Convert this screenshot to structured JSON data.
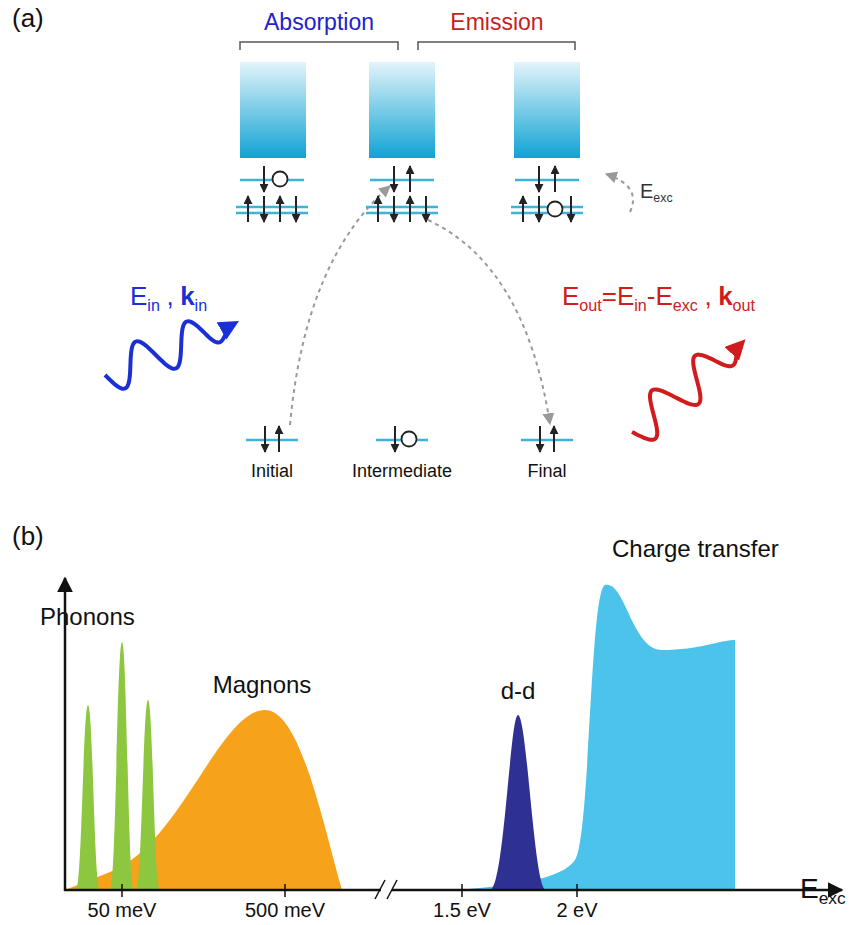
{
  "diagram": {
    "labels": [
      "(a)",
      "Absorption",
      "Emission",
      "E",
      "in",
      ",",
      "k",
      "in",
      "E",
      "out",
      "=E",
      "in",
      "-E",
      "exc",
      ",",
      "k",
      "out",
      "E",
      "exc",
      "Initial",
      "Intermediate",
      "Final",
      "(b)",
      "Phonons",
      "Magnons",
      "d-d",
      "Charge transfer",
      "50 meV",
      "500 meV",
      "1.5 eV",
      "2 eV",
      "E",
      "exc"
    ]
  }
}
